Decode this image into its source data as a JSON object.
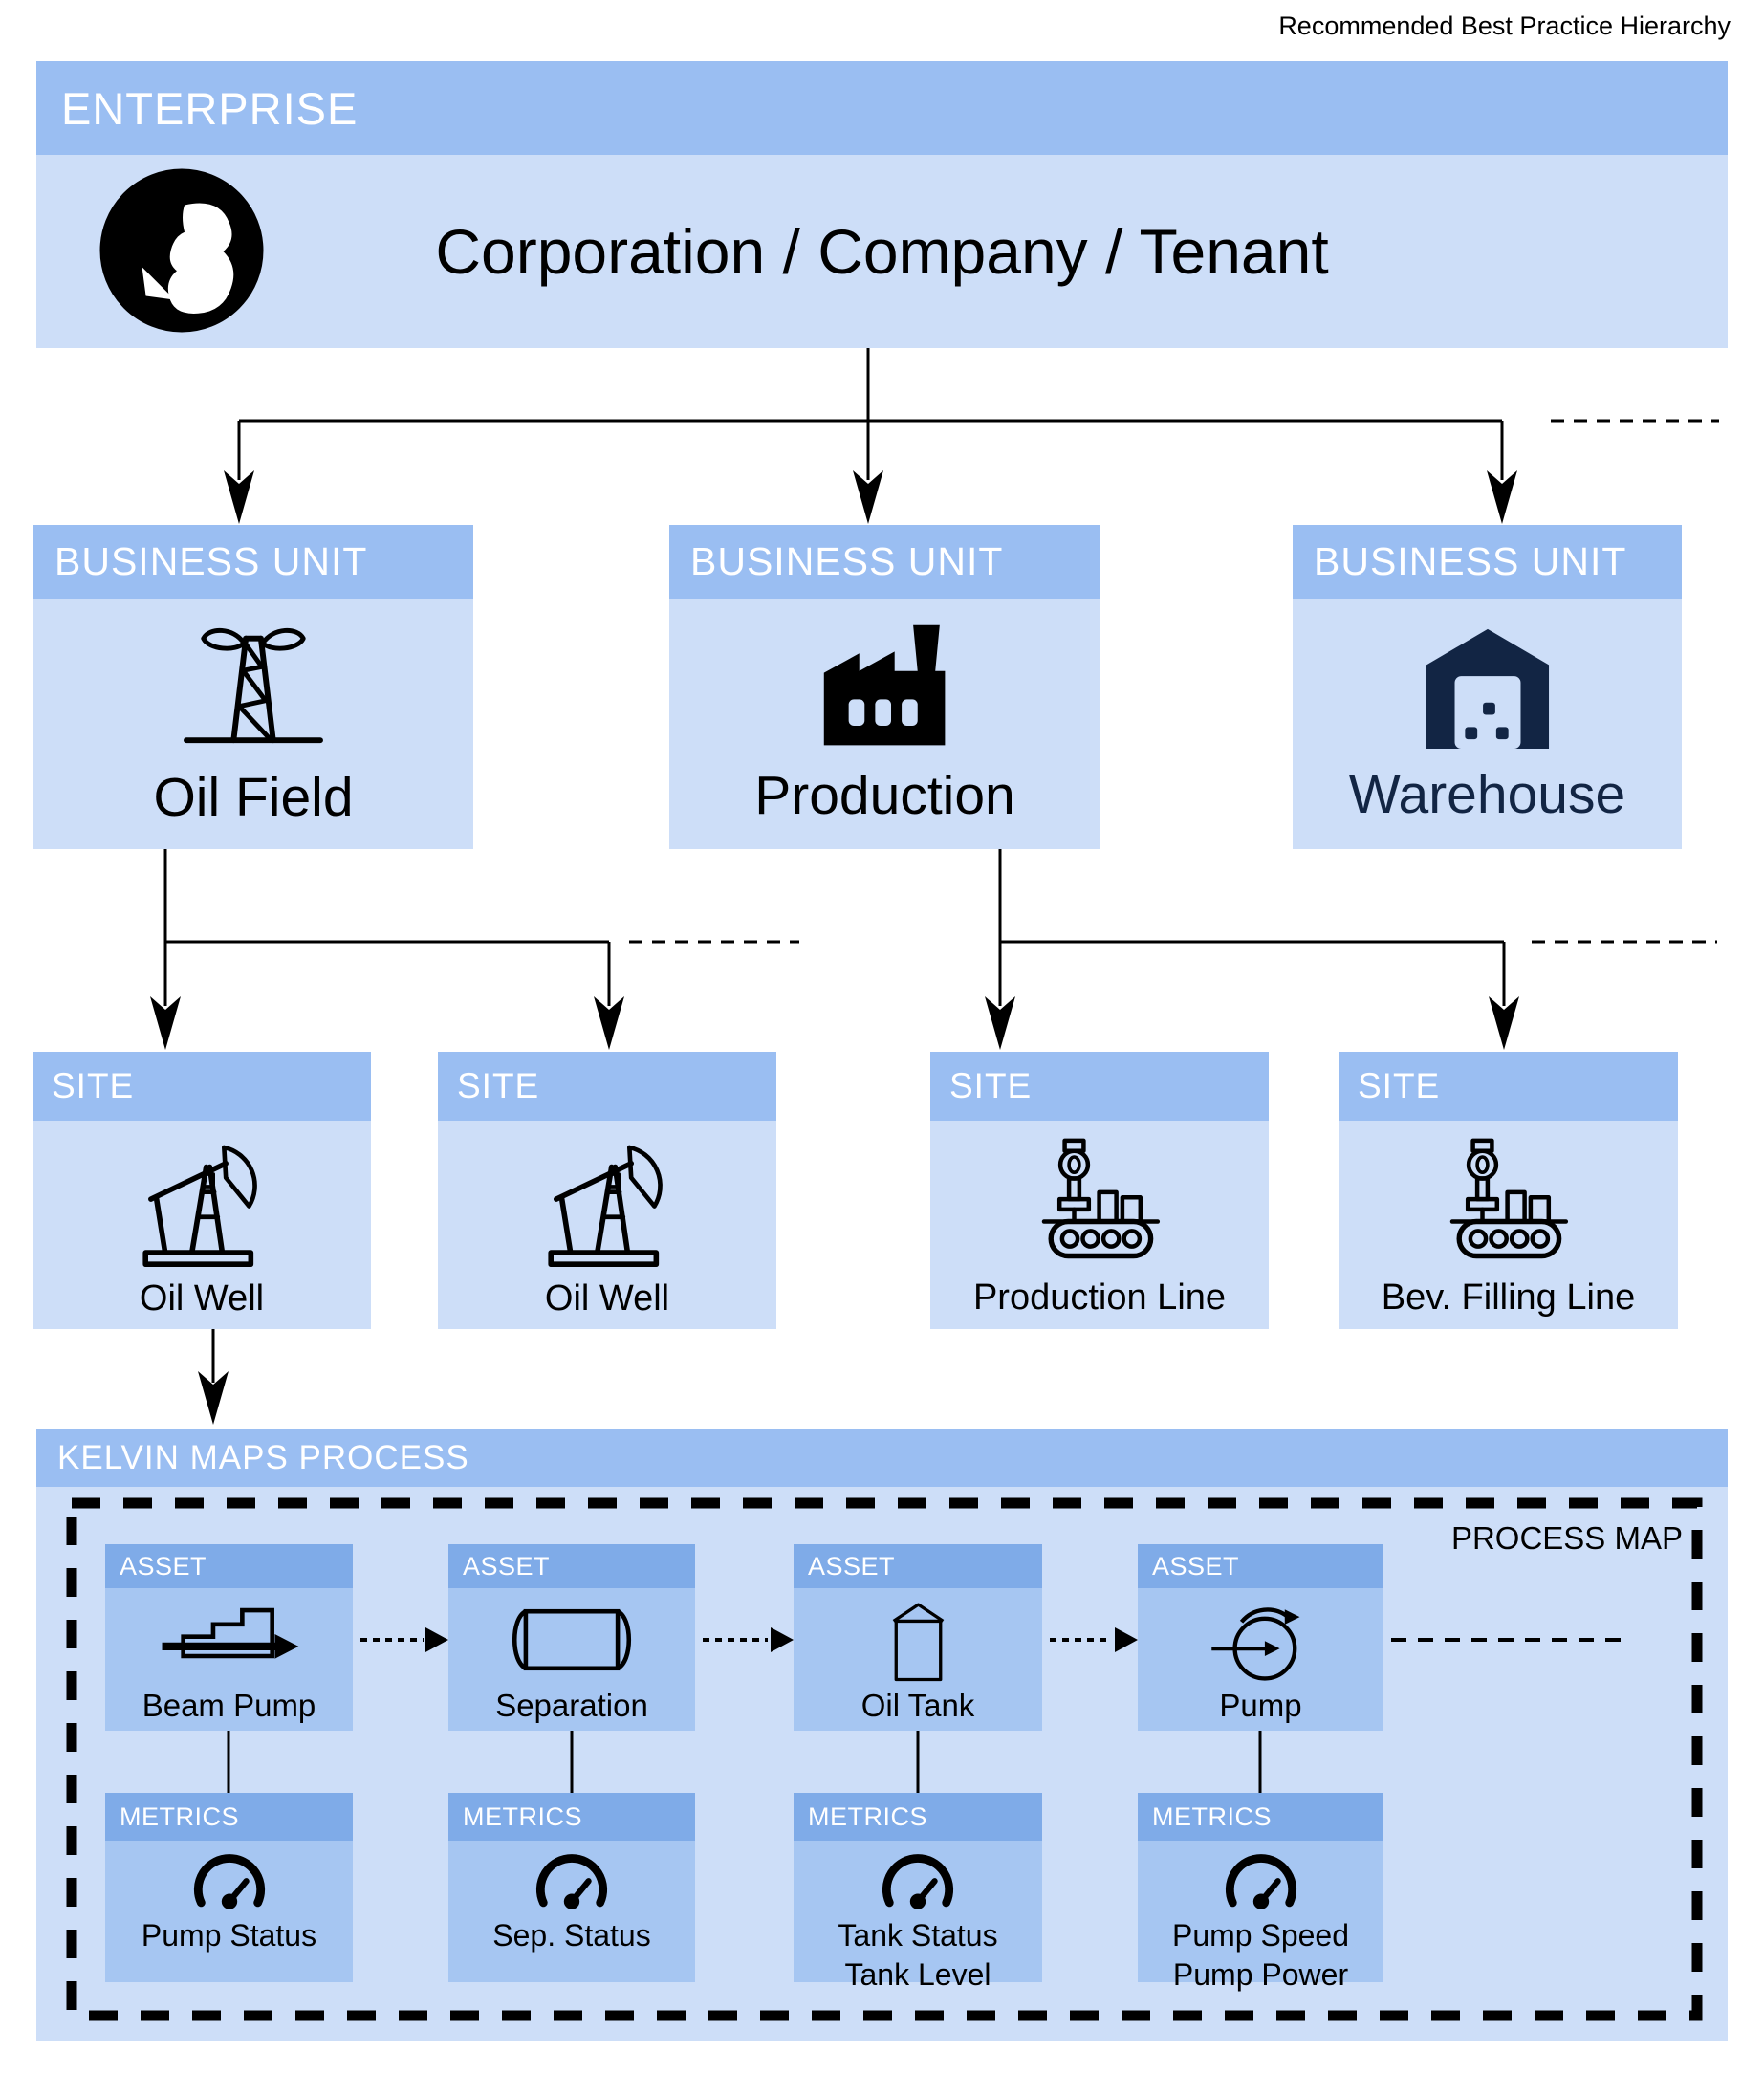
{
  "page": {
    "title": "Recommended Best Practice Hierarchy"
  },
  "palette": {
    "header_blue": "#9abef2",
    "body_blue": "#cddef8",
    "asset_header_blue": "#7fabe8",
    "asset_body_blue": "#a6c6f2",
    "navy": "#122544",
    "line_color": "#000000"
  },
  "enterprise": {
    "header": "ENTERPRISE",
    "label": "Corporation / Company / Tenant",
    "icon": "globe-icon"
  },
  "business_units": [
    {
      "header": "BUSINESS UNIT",
      "label": "Oil Field",
      "icon": "transmission-tower-icon"
    },
    {
      "header": "BUSINESS UNIT",
      "label": "Production",
      "icon": "factory-icon"
    },
    {
      "header": "BUSINESS UNIT",
      "label": "Warehouse",
      "icon": "warehouse-icon"
    }
  ],
  "sites": [
    {
      "header": "SITE",
      "label": "Oil Well",
      "icon": "pumpjack-icon"
    },
    {
      "header": "SITE",
      "label": "Oil Well",
      "icon": "pumpjack-icon"
    },
    {
      "header": "SITE",
      "label": "Production Line",
      "icon": "robot-conveyor-icon"
    },
    {
      "header": "SITE",
      "label": "Bev. Filling Line",
      "icon": "robot-conveyor-icon"
    }
  ],
  "process": {
    "header": "KELVIN MAPS PROCESS",
    "map_label": "PROCESS MAP",
    "assets": [
      {
        "header": "ASSET",
        "label": "Beam Pump",
        "icon": "beam-pump-icon"
      },
      {
        "header": "ASSET",
        "label": "Separation",
        "icon": "separator-icon"
      },
      {
        "header": "ASSET",
        "label": "Oil Tank",
        "icon": "oil-tank-icon"
      },
      {
        "header": "ASSET",
        "label": "Pump",
        "icon": "pump-icon"
      }
    ],
    "metrics": [
      {
        "header": "METRICS",
        "icon": "gauge-icon",
        "lines": [
          "Pump Status"
        ]
      },
      {
        "header": "METRICS",
        "icon": "gauge-icon",
        "lines": [
          "Sep. Status"
        ]
      },
      {
        "header": "METRICS",
        "icon": "gauge-icon",
        "lines": [
          "Tank Status",
          "Tank Level"
        ]
      },
      {
        "header": "METRICS",
        "icon": "gauge-icon",
        "lines": [
          "Pump Speed",
          "Pump Power"
        ]
      }
    ]
  }
}
